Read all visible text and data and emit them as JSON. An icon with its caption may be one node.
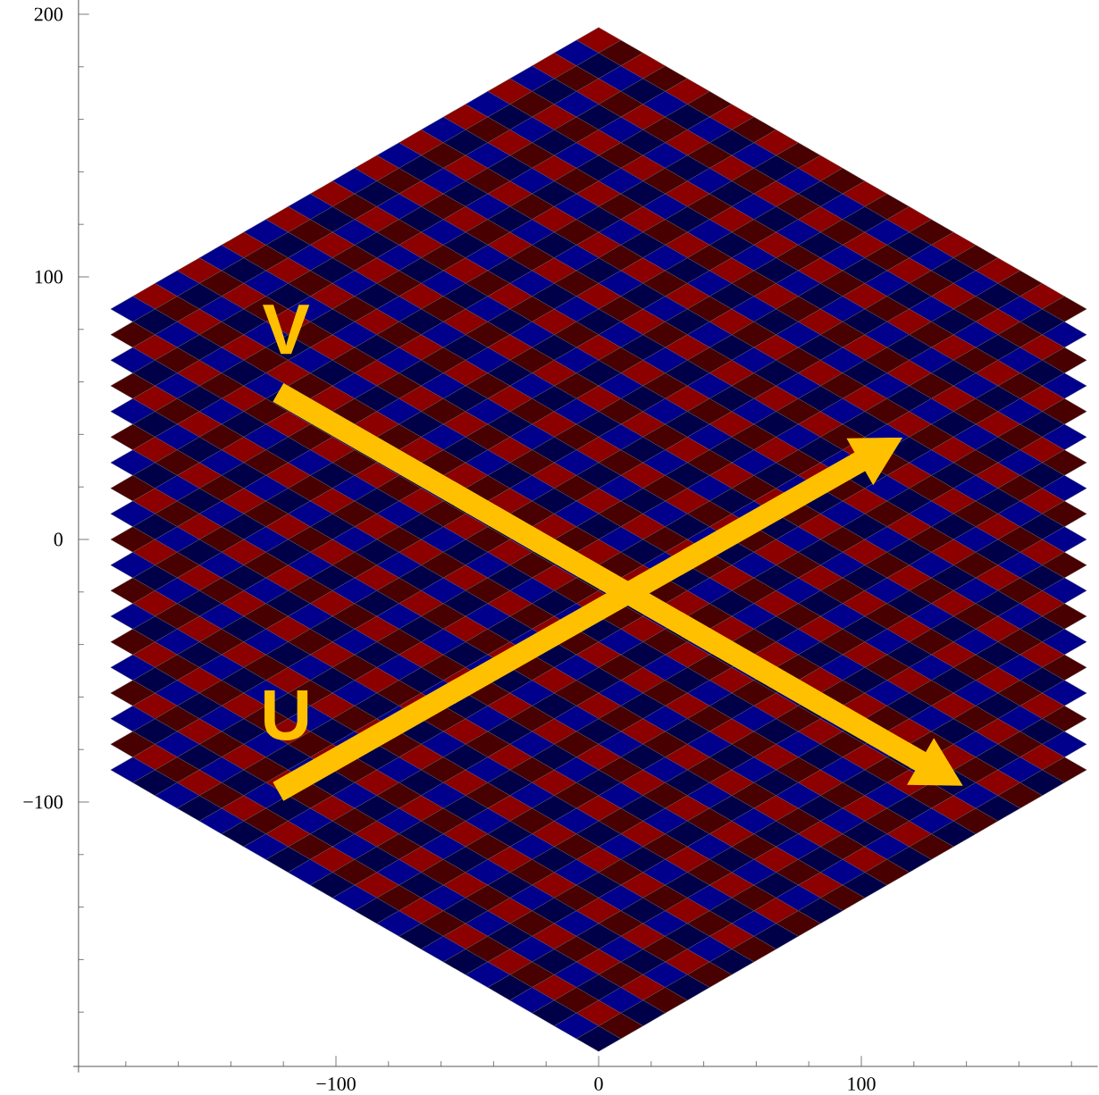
{
  "diagram": {
    "labels": [
      "200",
      "100",
      "V",
      "0",
      "U",
      "−100",
      "−100",
      "0",
      "100"
    ]
  }
}
